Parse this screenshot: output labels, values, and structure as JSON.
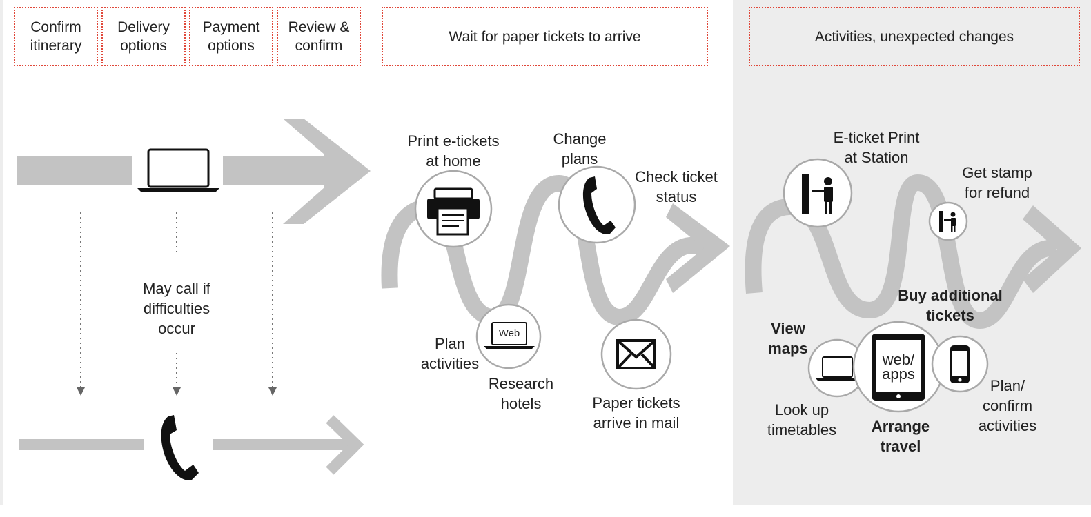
{
  "phases": {
    "confirm_itinerary": "Confirm\nitinerary",
    "delivery_options": "Delivery\noptions",
    "payment_options": "Payment\noptions",
    "review_confirm": "Review &\nconfirm",
    "wait_paper": "Wait for paper tickets to arrive",
    "activities_changes": "Activities, unexpected changes"
  },
  "booking": {
    "may_call": "May call if\ndifficulties\noccur"
  },
  "waiting": {
    "print_etickets": "Print e-tickets\nat home",
    "change_plans": "Change\nplans",
    "check_status": "Check ticket\nstatus",
    "plan_activities": "Plan\nactivities",
    "research_hotels": "Research\nhotels",
    "paper_mail": "Paper tickets\narrive in mail",
    "web_icon_text": "Web"
  },
  "trip": {
    "eticket_station": "E-ticket Print\nat Station",
    "get_stamp": "Get stamp\nfor refund",
    "buy_additional": "Buy additional\ntickets",
    "view_maps": "View\nmaps",
    "look_up": "Look up\ntimetables",
    "arrange_travel": "Arrange\ntravel",
    "plan_confirm": "Plan/\nconfirm\nactivities",
    "tablet_text": "web/\napps"
  },
  "colors": {
    "phase_border": "#e0483a",
    "flow_gray": "#c3c3c3",
    "panel_gray": "#ededed",
    "circle_stroke": "#a9a9a9"
  },
  "icons": [
    "laptop-icon",
    "phone-icon",
    "printer-icon",
    "envelope-icon",
    "kiosk-icon",
    "tablet-icon",
    "smartphone-icon"
  ]
}
